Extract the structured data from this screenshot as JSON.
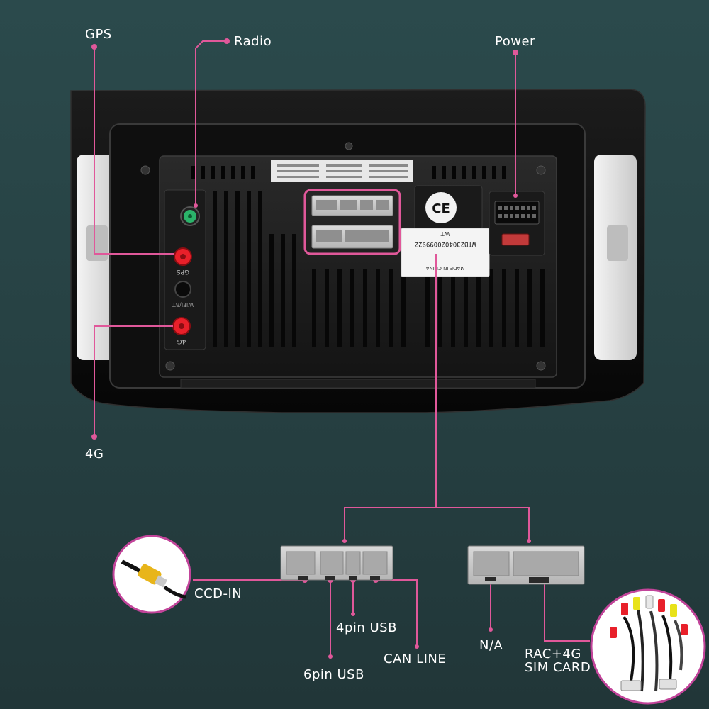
{
  "labels": {
    "gps": "GPS",
    "radio": "Radio",
    "power": "Power",
    "fourg": "4G",
    "ccd_in": "CCD-IN",
    "usb4": "4pin USB",
    "can_line": "CAN LINE",
    "usb6": "6pin USB",
    "na": "N/A",
    "rac_line1": "RAC+4G",
    "rac_line2": "SIM CARD"
  },
  "unit_print": {
    "gps_port": "GPS",
    "wifi_port": "WIFI/BT",
    "fourg_port": "4G",
    "ce_mark": "CE",
    "serial_label": "WTB230402009992Z",
    "origin_label": "MADE IN CHINA",
    "sticker_prefix": "WT"
  },
  "colors": {
    "callout_line": "#e0589a",
    "antenna_red": "#e8202a",
    "radio_green": "#2bb36a",
    "background_top": "#2b4a4c",
    "unit_body": "#151515"
  },
  "icons": {
    "rca_cable": "rca-plug-icon",
    "harness": "wiring-harness-icon"
  }
}
